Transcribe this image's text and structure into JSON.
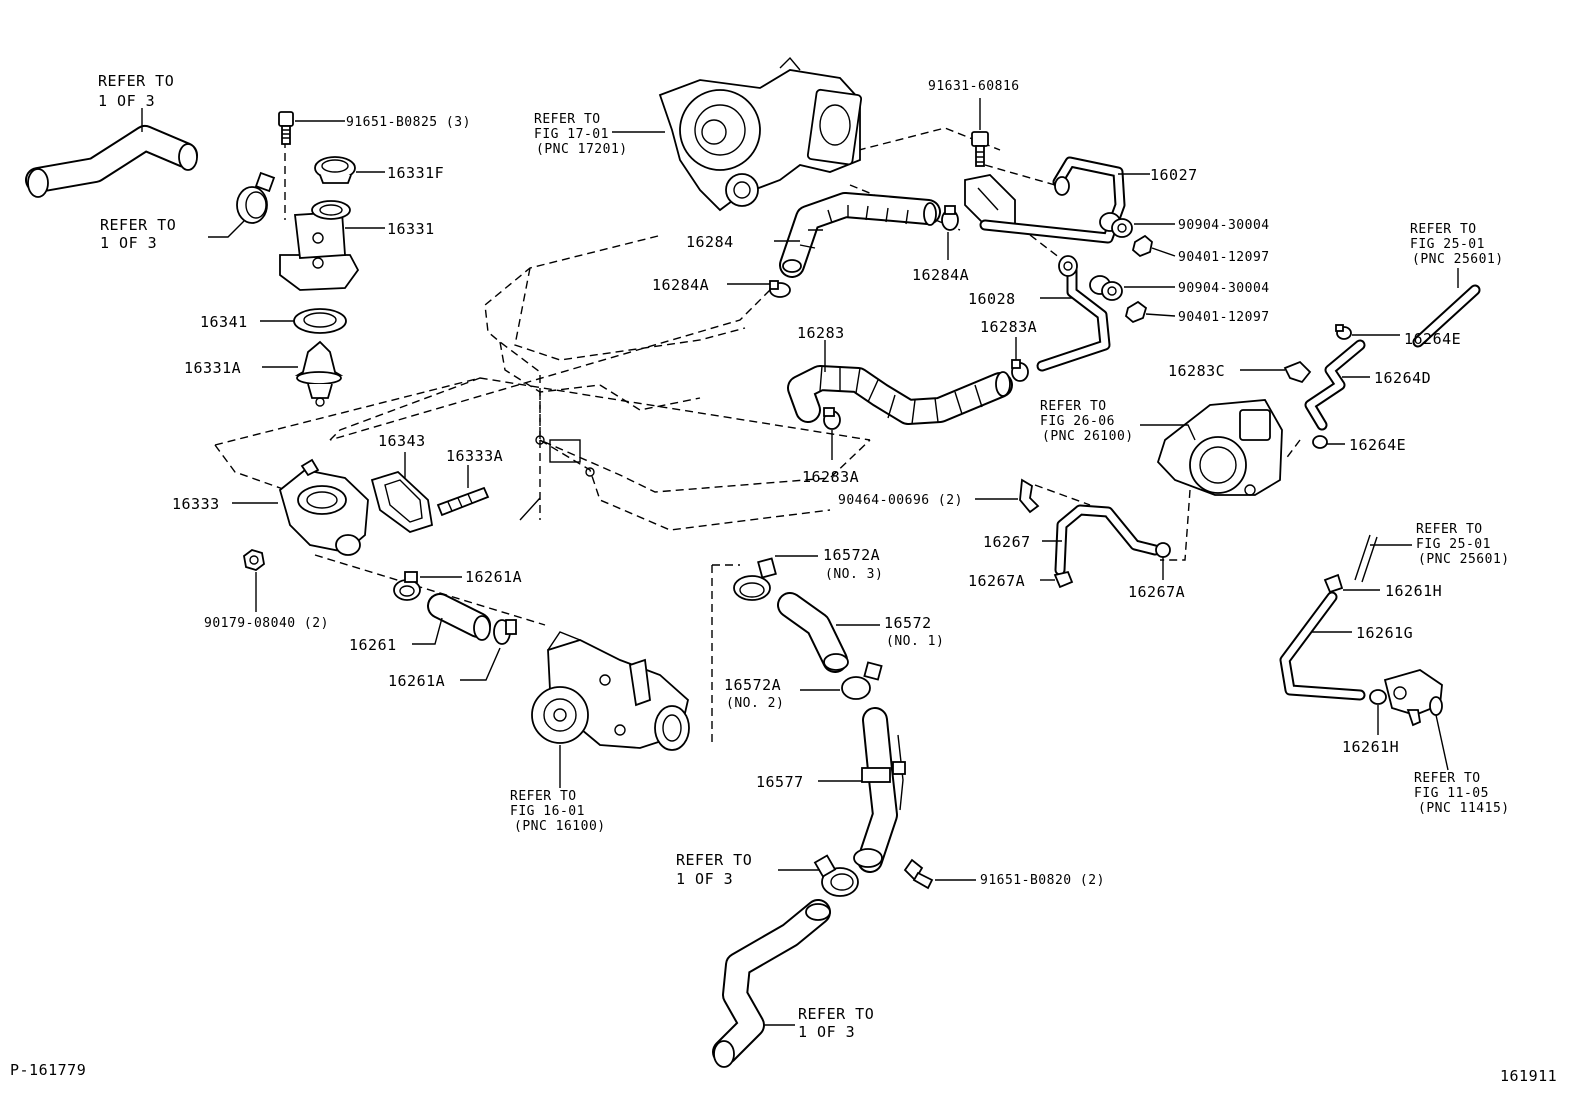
{
  "diagram_id": "P-161779",
  "page_code": "161911",
  "refs": {
    "hose_top_left": [
      "REFER TO",
      "1 OF 3"
    ],
    "clamp_left": [
      "REFER TO",
      "1 OF 3"
    ],
    "turbo": [
      "REFER TO",
      "FIG 17-01",
      "(PNC 17201)"
    ],
    "throttle": [
      "REFER TO",
      "FIG 26-06",
      "(PNC 26100)"
    ],
    "fig25_top": [
      "REFER TO",
      "FIG 25-01",
      "(PNC 25601)"
    ],
    "fig25_bottom": [
      "REFER TO",
      "FIG 25-01",
      "(PNC 25601)"
    ],
    "fig11": [
      "REFER TO",
      "FIG 11-05",
      "(PNC 11415)"
    ],
    "water_pump": [
      "REFER TO",
      "FIG 16-01",
      "(PNC 16100)"
    ],
    "clamp_bottom": [
      "REFER TO",
      "1 OF 3"
    ],
    "hose_bottom": [
      "REFER TO",
      "1 OF 3"
    ]
  },
  "parts": {
    "p91651_b0825": "91651-B0825 (3)",
    "p16331F": "16331F",
    "p16331": "16331",
    "p16341": "16341",
    "p16331A": "16331A",
    "p16343": "16343",
    "p16333A": "16333A",
    "p16333": "16333",
    "p90179": "90179-08040 (2)",
    "p16261A_1": "16261A",
    "p16261": "16261",
    "p16261A_2": "16261A",
    "p91631": "91631-60816",
    "p16027": "16027",
    "p16284": "16284",
    "p16284A_1": "16284A",
    "p16284A_2": "16284A",
    "p90904_1": "90904-30004",
    "p90401_1": "90401-12097",
    "p16028": "16028",
    "p90904_2": "90904-30004",
    "p90401_2": "90401-12097",
    "p16283": "16283",
    "p16283A_1": "16283A",
    "p16283A_2": "16283A",
    "p16264E_1": "16264E",
    "p16283C": "16283C",
    "p16264D": "16264D",
    "p16264E_2": "16264E",
    "p90464": "90464-00696 (2)",
    "p16267": "16267",
    "p16267A_1": "16267A",
    "p16267A_2": "16267A",
    "p16572A_3": [
      "16572A",
      "(NO. 3)"
    ],
    "p16572": [
      "16572",
      "(NO. 1)"
    ],
    "p16572A_2": [
      "16572A",
      "(NO. 2)"
    ],
    "p16577": "16577",
    "p91651_b0820": "91651-B0820 (2)",
    "p16261H_1": "16261H",
    "p16261G": "16261G",
    "p16261H_2": "16261H"
  }
}
